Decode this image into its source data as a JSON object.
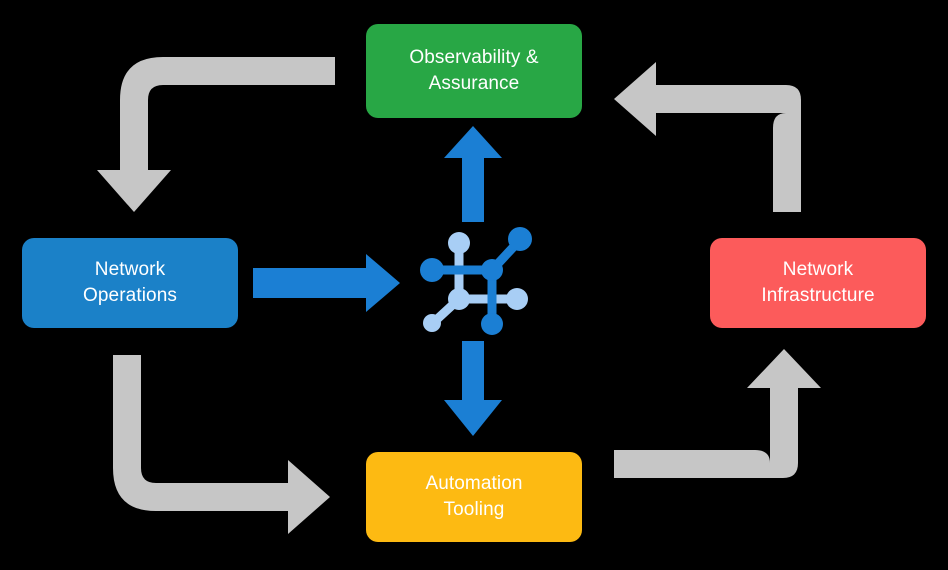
{
  "diagram": {
    "title": "Network automation lifecycle cycle diagram",
    "background_color": "#000000",
    "center_icon": {
      "name": "network-topology-icon",
      "primary_color": "#1B7FD4",
      "secondary_color": "#A8CEF5"
    },
    "nodes": [
      {
        "id": "observability",
        "label": "Observability &\nAssurance",
        "color": "#28A745",
        "text_color": "#FFFFFF",
        "position": "top"
      },
      {
        "id": "operations",
        "label": "Network\nOperations",
        "color": "#1B81C8",
        "text_color": "#FFFFFF",
        "position": "left"
      },
      {
        "id": "infrastructure",
        "label": "Network\nInfrastructure",
        "color": "#FC5B5B",
        "text_color": "#FFFFFF",
        "position": "right"
      },
      {
        "id": "automation",
        "label": "Automation\nTooling",
        "color": "#FDBA12",
        "text_color": "#FFFFFF",
        "position": "bottom"
      }
    ],
    "connectors": [
      {
        "id": "operations-to-center",
        "style": "straight",
        "color": "#1B7FD4",
        "from": "operations",
        "to": "center",
        "direction": "right"
      },
      {
        "id": "center-to-observability",
        "style": "straight",
        "color": "#1B7FD4",
        "from": "center",
        "to": "observability",
        "direction": "up"
      },
      {
        "id": "center-to-automation",
        "style": "straight",
        "color": "#1B7FD4",
        "from": "center",
        "to": "automation",
        "direction": "down"
      },
      {
        "id": "observability-to-operations",
        "style": "elbow",
        "color": "#C6C6C6",
        "from": "observability",
        "to": "operations",
        "direction": "down"
      },
      {
        "id": "infrastructure-to-observability",
        "style": "elbow",
        "color": "#C6C6C6",
        "from": "infrastructure",
        "to": "observability",
        "direction": "left"
      },
      {
        "id": "operations-to-automation",
        "style": "elbow",
        "color": "#C6C6C6",
        "from": "operations",
        "to": "automation",
        "direction": "right"
      },
      {
        "id": "automation-to-infrastructure",
        "style": "elbow",
        "color": "#C6C6C6",
        "from": "automation",
        "to": "infrastructure",
        "direction": "up"
      }
    ]
  }
}
